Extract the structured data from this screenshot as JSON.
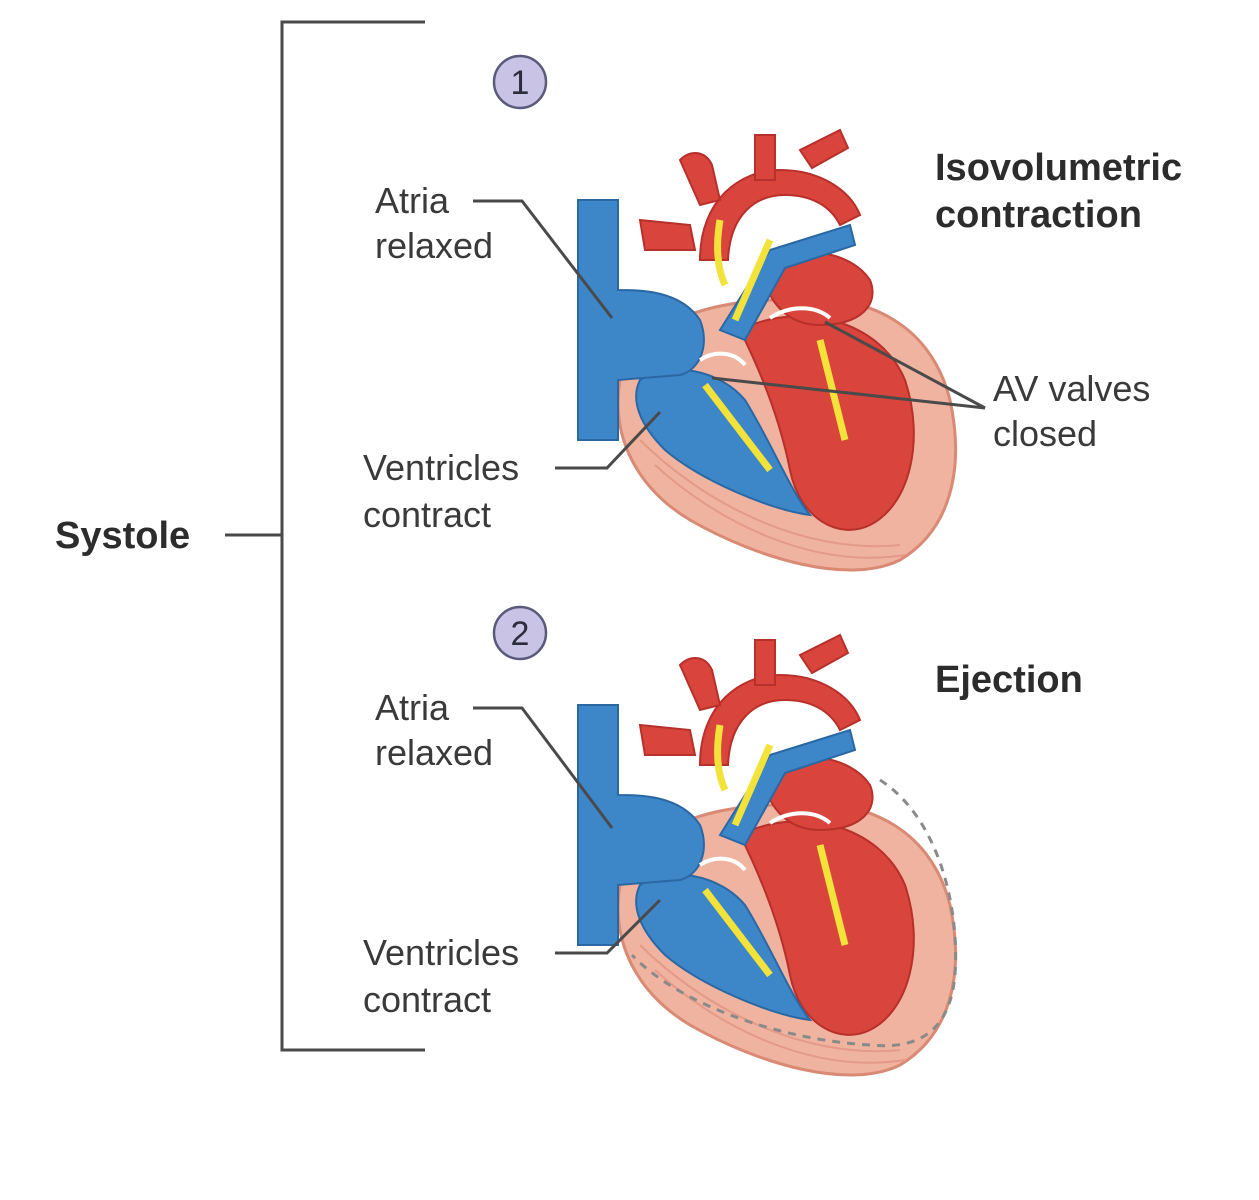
{
  "diagram": {
    "phase_label": "Systole",
    "panels": [
      {
        "step": "1",
        "title_lines": [
          "Isovolumetric",
          "contraction"
        ],
        "atria_label": [
          "Atria",
          "relaxed"
        ],
        "ventricles_label": [
          "Ventricles",
          "contract"
        ],
        "av_label": [
          "AV valves",
          "closed"
        ]
      },
      {
        "step": "2",
        "title_lines": [
          "Ejection"
        ],
        "atria_label": [
          "Atria",
          "relaxed"
        ],
        "ventricles_label": [
          "Ventricles",
          "contract"
        ]
      }
    ],
    "colors": {
      "arterial_red": "#d9443c",
      "venous_blue": "#3d86c8",
      "myocardium": "#f0b3a0",
      "flow_arrow": "#f3e23a",
      "step_circle": "#c9c3e6"
    }
  }
}
